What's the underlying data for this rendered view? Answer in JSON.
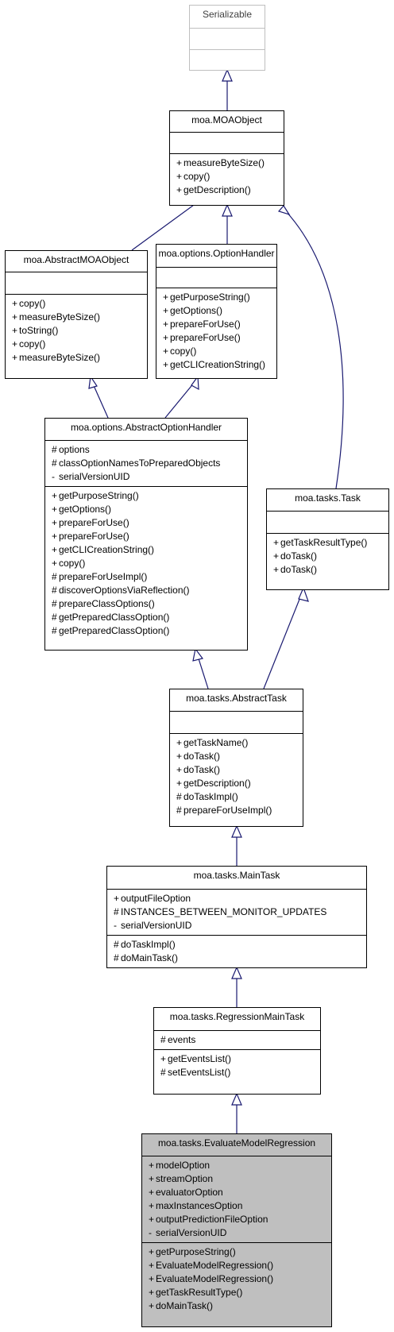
{
  "classes": {
    "serializable": {
      "name": "Serializable",
      "attributes": [],
      "methods": []
    },
    "moaobject": {
      "name": "moa.MOAObject",
      "attributes": [],
      "methods": [
        [
          "+",
          "measureByteSize()"
        ],
        [
          "+",
          "copy()"
        ],
        [
          "+",
          "getDescription()"
        ]
      ]
    },
    "abstractmoaobject": {
      "name": "moa.AbstractMOAObject",
      "attributes": [],
      "methods": [
        [
          "+",
          "copy()"
        ],
        [
          "+",
          "measureByteSize()"
        ],
        [
          "+",
          "toString()"
        ],
        [
          "+",
          "copy()"
        ],
        [
          "+",
          "measureByteSize()"
        ]
      ]
    },
    "optionhandler": {
      "name": "moa.options.OptionHandler",
      "attributes": [],
      "methods": [
        [
          "+",
          "getPurposeString()"
        ],
        [
          "+",
          "getOptions()"
        ],
        [
          "+",
          "prepareForUse()"
        ],
        [
          "+",
          "prepareForUse()"
        ],
        [
          "+",
          "copy()"
        ],
        [
          "+",
          "getCLICreationString()"
        ]
      ]
    },
    "abstractoptionhandler": {
      "name": "moa.options.AbstractOptionHandler",
      "attributes": [
        [
          "#",
          "options"
        ],
        [
          "#",
          "classOptionNamesToPreparedObjects"
        ],
        [
          "-",
          "serialVersionUID"
        ]
      ],
      "methods": [
        [
          "+",
          "getPurposeString()"
        ],
        [
          "+",
          "getOptions()"
        ],
        [
          "+",
          "prepareForUse()"
        ],
        [
          "+",
          "prepareForUse()"
        ],
        [
          "+",
          "getCLICreationString()"
        ],
        [
          "+",
          "copy()"
        ],
        [
          "#",
          "prepareForUseImpl()"
        ],
        [
          "#",
          "discoverOptionsViaReflection()"
        ],
        [
          "#",
          "prepareClassOptions()"
        ],
        [
          "#",
          "getPreparedClassOption()"
        ],
        [
          "#",
          "getPreparedClassOption()"
        ]
      ]
    },
    "task": {
      "name": "moa.tasks.Task",
      "attributes": [],
      "methods": [
        [
          "+",
          "getTaskResultType()"
        ],
        [
          "+",
          "doTask()"
        ],
        [
          "+",
          "doTask()"
        ]
      ]
    },
    "abstracttask": {
      "name": "moa.tasks.AbstractTask",
      "attributes": [],
      "methods": [
        [
          "+",
          "getTaskName()"
        ],
        [
          "+",
          "doTask()"
        ],
        [
          "+",
          "doTask()"
        ],
        [
          "+",
          "getDescription()"
        ],
        [
          "#",
          "doTaskImpl()"
        ],
        [
          "#",
          "prepareForUseImpl()"
        ]
      ]
    },
    "maintask": {
      "name": "moa.tasks.MainTask",
      "attributes": [
        [
          "+",
          "outputFileOption"
        ],
        [
          "#",
          "INSTANCES_BETWEEN_MONITOR_UPDATES"
        ],
        [
          "-",
          "serialVersionUID"
        ]
      ],
      "methods": [
        [
          "#",
          "doTaskImpl()"
        ],
        [
          "#",
          "doMainTask()"
        ]
      ]
    },
    "regressionmaintask": {
      "name": "moa.tasks.RegressionMainTask",
      "attributes": [
        [
          "#",
          "events"
        ]
      ],
      "methods": [
        [
          "+",
          "getEventsList()"
        ],
        [
          "#",
          "setEventsList()"
        ]
      ]
    },
    "evaluatemodelregression": {
      "name": "moa.tasks.EvaluateModelRegression",
      "attributes": [
        [
          "+",
          "modelOption"
        ],
        [
          "+",
          "streamOption"
        ],
        [
          "+",
          "evaluatorOption"
        ],
        [
          "+",
          "maxInstancesOption"
        ],
        [
          "+",
          "outputPredictionFileOption"
        ],
        [
          "-",
          "serialVersionUID"
        ]
      ],
      "methods": [
        [
          "+",
          "getPurposeString()"
        ],
        [
          "+",
          "EvaluateModelRegression()"
        ],
        [
          "+",
          "EvaluateModelRegression()"
        ],
        [
          "+",
          "getTaskResultType()"
        ],
        [
          "+",
          "doMainTask()"
        ]
      ]
    }
  },
  "colors": {
    "edge": "#191970",
    "box_border": "#000000",
    "ghost_border": "#bfbfbf",
    "highlight_fill": "#bfbfbf"
  }
}
